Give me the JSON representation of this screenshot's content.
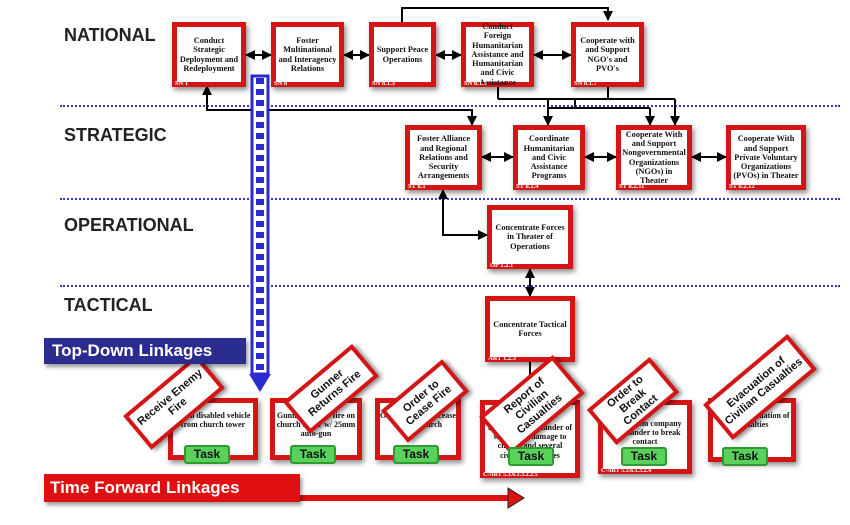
{
  "levels": {
    "national": "NATIONAL",
    "strategic": "STRATEGIC",
    "operational": "OPERATIONAL",
    "tactical": "TACTICAL"
  },
  "nodes": {
    "sn1": {
      "title": "Conduct Strategic Deployment and Redeployment",
      "code": "SN 1"
    },
    "sn8": {
      "title": "Foster Multinational and Interagency Relations",
      "code": "SN 8"
    },
    "sn813": {
      "title": "Support Peace Operations",
      "code": "SN 8.1.3"
    },
    "sn815": {
      "title": "Conduct Foreign Humanitarian Assistance and Humanitarian and Civic Assistance",
      "code": "SN 8.1.5"
    },
    "sn817": {
      "title": "Cooperate with and Support NGO's and PVO's",
      "code": "SN 8.1.7"
    },
    "st81": {
      "title": "Foster Alliance and Regional Relations and Security Arrangements",
      "code": "ST 8.1"
    },
    "st824": {
      "title": "Coordinate Humanitarian and Civic Assistance Programs",
      "code": "ST 8.2.4"
    },
    "st8211": {
      "title": "Cooperate With and Support Nongovernmental Organizations (NGOs) in Theater",
      "code": "ST 8.2.11"
    },
    "st8212": {
      "title": "Cooperate With and Support Private Voluntary Organizations (PVOs) in Theater",
      "code": "ST 8.2.12"
    },
    "op121": {
      "title": "Concentrate Forces in Theater of Operations",
      "code": "OP 1.2.1"
    },
    "art123": {
      "title": "Concentrate Tactical Forces",
      "code": "ART 1.2.3"
    }
  },
  "tasks": [
    {
      "banner": "Receive Enemy Fire",
      "box_text": "Team disabled vehicle from church tower",
      "badge": "Task"
    },
    {
      "banner": "Gunner Returns Fire",
      "box_text": "Gunner returns fire on church tower w/ 25mm auto-gun",
      "badge": "Task"
    },
    {
      "banner": "Order to Cease Fire",
      "box_text": "Order gunner to cease fire on church",
      "badge": "Task"
    },
    {
      "banner": "Report of Civilian Casualties",
      "box_text": "Report to commander of significant damage to church and several civilian casualties",
      "box_code": "C-ART 5.3.6.1.3.2.2.5",
      "badge": "Task"
    },
    {
      "banner": "Order to Break Contact",
      "box_text": "Order from company commander to break contact",
      "box_code": "C-ART 5.3.6.1.3.2.4",
      "badge": "Task"
    },
    {
      "banner": "Evacuation of Civilian Casualties",
      "box_text": "Plan for evacuation of casualties",
      "badge": "Task"
    }
  ],
  "linkages": {
    "top_down": "Top-Down Linkages",
    "time_forward": "Time Forward Linkages"
  },
  "colors": {
    "task_red": "#d41515",
    "badge_green": "#5ad15a",
    "top_down_blue": "#2a2d8f",
    "dotted_line": "#3a3ab8"
  }
}
